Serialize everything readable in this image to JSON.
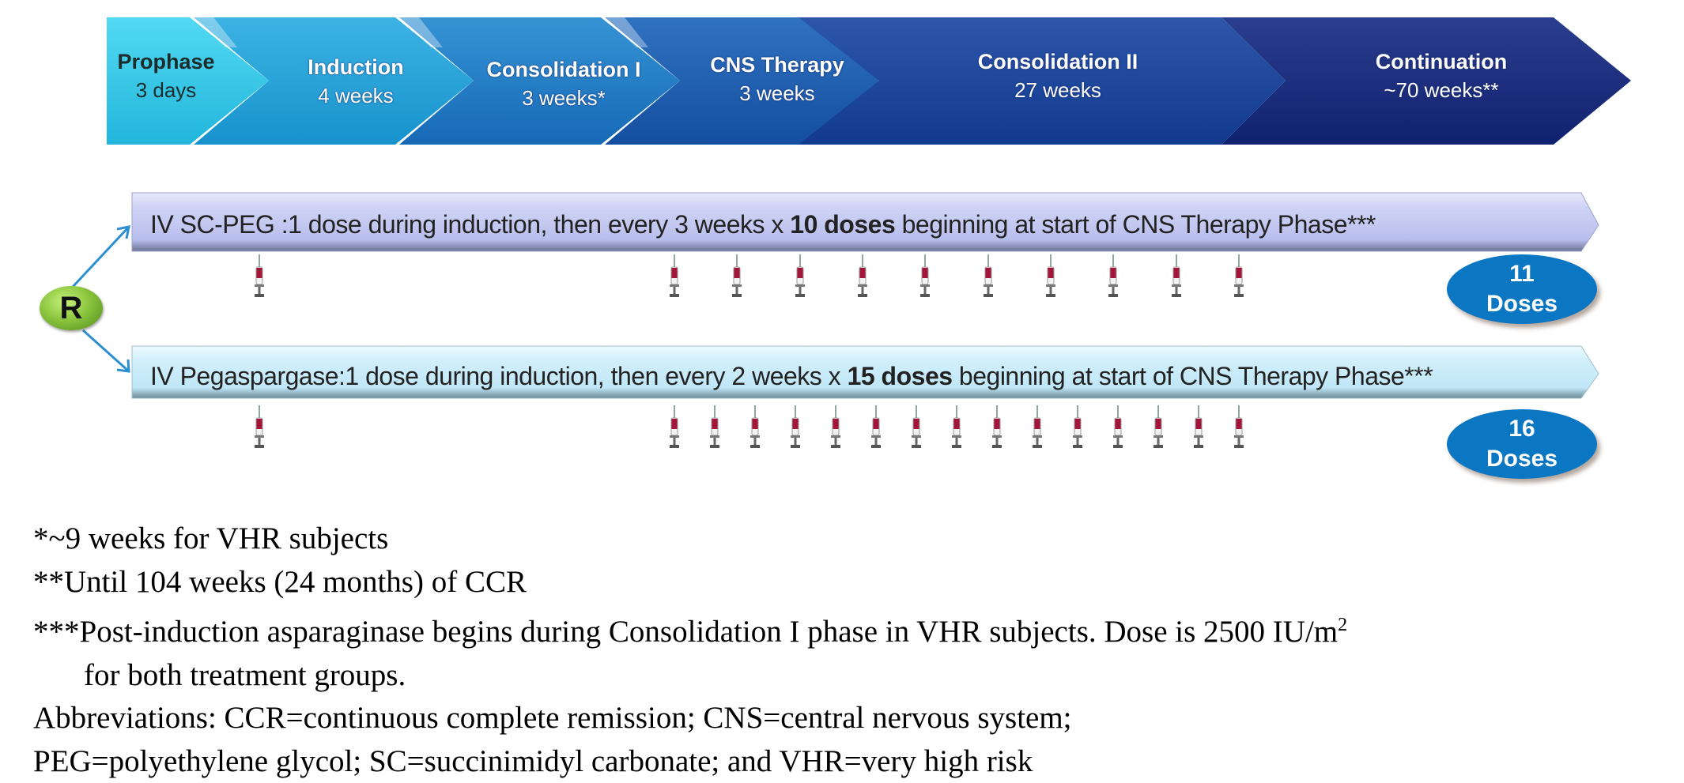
{
  "phases": [
    {
      "name": "Prophase",
      "duration": "3 days"
    },
    {
      "name": "Induction",
      "duration": "4 weeks"
    },
    {
      "name": "Consolidation I",
      "duration": "3 weeks*"
    },
    {
      "name": "CNS Therapy",
      "duration": "3 weeks"
    },
    {
      "name": "Consolidation II",
      "duration": "27 weeks"
    },
    {
      "name": "Continuation",
      "duration": "~70 weeks**"
    }
  ],
  "randomization": {
    "label": "R"
  },
  "arms": [
    {
      "text_pre": "IV SC-PEG :1 dose during induction, then every 3 weeks x ",
      "text_bold": "10 doses",
      "text_post": " beginning at start of CNS  Therapy Phase***",
      "induction_doses": 1,
      "post_induction_doses": 10,
      "total_badge": {
        "count": "11",
        "label": "Doses"
      }
    },
    {
      "text_pre": "IV Pegaspargase:1 dose during  induction, then every  2 weeks x ",
      "text_bold": "15 doses",
      "text_post": "  beginning  at start of CNS Therapy  Phase***",
      "induction_doses": 1,
      "post_induction_doses": 15,
      "total_badge": {
        "count": "16",
        "label": "Doses"
      }
    }
  ],
  "footnotes": {
    "f1": "*~9 weeks for VHR subjects",
    "f2": "**Until 104 weeks (24 months) of CCR",
    "f3_main": "***Post-induction asparaginase begins during Consolidation I phase in VHR subjects. Dose is 2500 IU/m",
    "f3_sup": "2",
    "f3_cont": "for both treatment groups.",
    "abbr1": "Abbreviations: CCR=continuous complete remission; CNS=central nervous system;",
    "abbr2": "PEG=polyethylene glycol; SC=succinimidyl carbonate; and VHR=very high risk"
  },
  "colors": {
    "prophase": "#2fc6e6",
    "induction": "#1ea3d8",
    "consolidation1": "#1f7fc6",
    "cns": "#1c5fb0",
    "consolidation2": "#17429a",
    "continuation": "#15267a",
    "arm1_bar": "#c4c9f0",
    "arm2_bar": "#c8eaf8",
    "badge": "#0b76c2",
    "r_node": "#8cc63f",
    "connector": "#2b8fd0"
  }
}
